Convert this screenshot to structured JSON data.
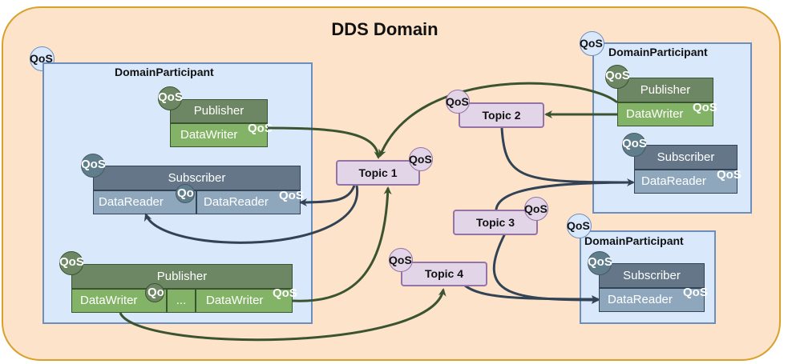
{
  "diagram": {
    "title": "DDS Domain",
    "qos_label": "QoS",
    "qos_trunc": "Qo",
    "participant_label": "DomainParticipant",
    "publisher_label": "Publisher",
    "subscriber_label": "Subscriber",
    "datawriter_label": "DataWriter",
    "datareader_label": "DataReader",
    "ellipsis": "...",
    "topics": [
      "Topic 1",
      "Topic 2",
      "Topic 3",
      "Topic 4"
    ],
    "colors": {
      "domain_fill": "#fde3c9",
      "domain_border": "#d9a12a",
      "participant_fill": "#dae8fc",
      "participant_border": "#6c8ebf",
      "publisher": "#6d8764",
      "datawriter": "#82b366",
      "subscriber": "#647687",
      "datareader": "#8fa7bd",
      "topic_fill": "#e1d5e7",
      "topic_border": "#9673a6",
      "write_edge": "#3a5431",
      "read_edge": "#314354"
    }
  }
}
